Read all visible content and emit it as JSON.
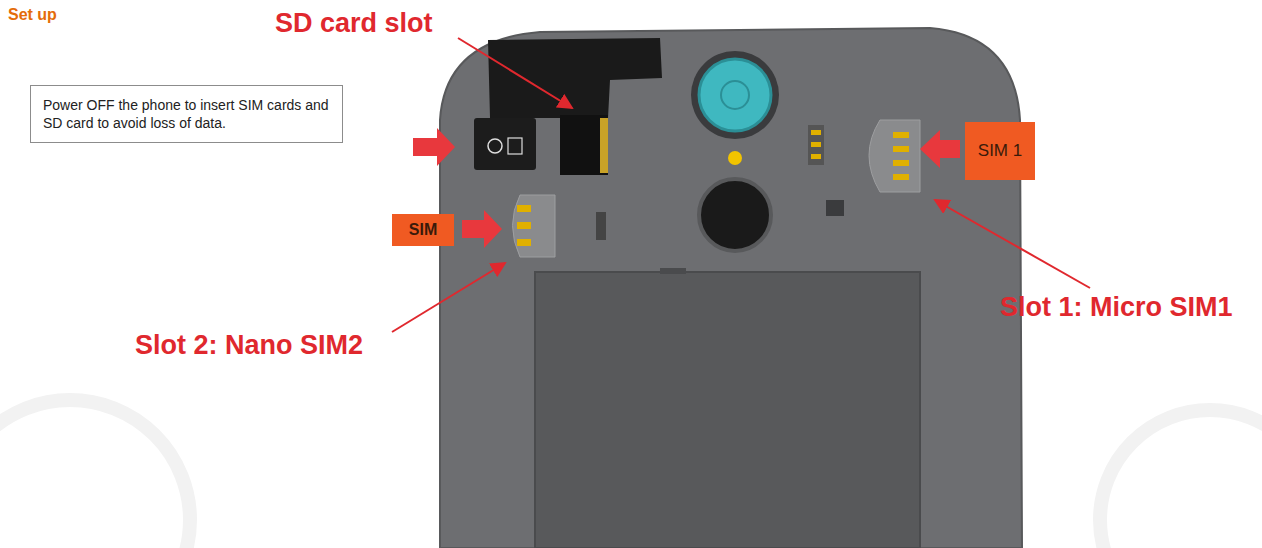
{
  "diagram": {
    "title": "Set up",
    "nodes": [
      {
        "text": [
          "Power OFF the phone to insert SIM cards and SD card to avoid loss of data."
        ]
      },
      {
        "text": [
          "SIM 1"
        ]
      },
      {
        "text": [
          "SIM"
        ]
      }
    ],
    "labels": [
      "SD card slot",
      "Slot 1: Micro SIM1",
      "Slot 2: Nano SIM2"
    ]
  }
}
